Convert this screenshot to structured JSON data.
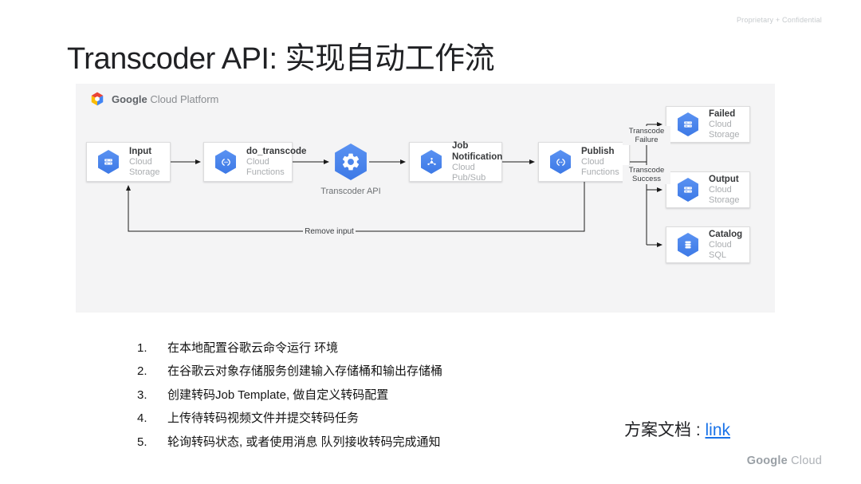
{
  "slide": {
    "confidential": "Proprietary + Confidential",
    "title": "Transcoder API: 实现自动工作流",
    "footer": {
      "brand_primary": "Google",
      "brand_secondary": "Cloud"
    }
  },
  "diagram": {
    "header": {
      "brand_bold": "Google",
      "brand_light": "Cloud Platform"
    },
    "nodes": [
      {
        "title": "Input",
        "subtitle": "Cloud Storage",
        "icon": "cloud-storage-icon"
      },
      {
        "title": "do_transcode",
        "subtitle": "Cloud Functions",
        "icon": "cloud-functions-icon"
      },
      {
        "title": "Transcoder API",
        "subtitle": "",
        "icon": "transcoder-gear-icon"
      },
      {
        "title": "Job Notification",
        "subtitle": "Cloud Pub/Sub",
        "icon": "cloud-pubsub-icon"
      },
      {
        "title": "Publish",
        "subtitle": "Cloud Functions",
        "icon": "cloud-functions-icon"
      },
      {
        "title": "Failed",
        "subtitle": "Cloud Storage",
        "icon": "cloud-storage-icon"
      },
      {
        "title": "Output",
        "subtitle": "Cloud Storage",
        "icon": "cloud-storage-icon"
      },
      {
        "title": "Catalog",
        "subtitle": "Cloud SQL",
        "icon": "cloud-sql-icon"
      }
    ],
    "edge_labels": {
      "failure_line1": "Transcode",
      "failure_line2": "Failure",
      "success_line1": "Transcode",
      "success_line2": "Success",
      "remove_input": "Remove input"
    }
  },
  "steps": [
    {
      "num": "1.",
      "text": "在本地配置谷歌云命令运行 环境"
    },
    {
      "num": "2.",
      "text": "在谷歌云对象存储服务创建输入存储桶和输出存储桶"
    },
    {
      "num": "3.",
      "text": "创建转码Job Template, 做自定义转码配置"
    },
    {
      "num": "4.",
      "text": "上传待转码视频文件并提交转码任务"
    },
    {
      "num": "5.",
      "text": "轮询转码状态, 或者使用消息 队列接收转码完成通知"
    }
  ],
  "doc_link": {
    "label": "方案文档 :",
    "link_text": "link"
  },
  "colors": {
    "hexagon_blue": "#4285f4",
    "link_blue": "#1a73e8",
    "panel_bg": "#f4f4f5",
    "arrow": "#1b1b1b",
    "muted_text": "#9aa0a6"
  }
}
